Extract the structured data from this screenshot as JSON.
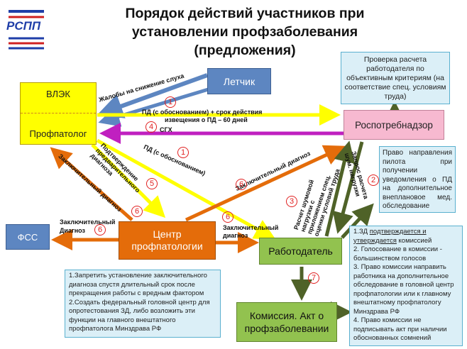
{
  "title": "Порядок действий участников при установлении профзаболевания (предложения)",
  "logo": {
    "text": "РСПП"
  },
  "boxes": {
    "vlek_top": "ВЛЭК",
    "vlek_bottom": "Профпатолог",
    "pilot": "Летчик",
    "rospotrebnadzor": "Роспотребнадзор",
    "check": "Проверка расчета работодателя по объективным критериям (на соответствие спец. условиям труда)",
    "right_pilot": "Право направления пилота при получении уведомления о ПД на дополнительное внеплановое мед. обследование",
    "fss": "ФСС",
    "center": "Центр профпатологии",
    "employer": "Работодатель",
    "commission": "Комиссия. Акт о профзаболевании"
  },
  "rights_list": [
    {
      "n": "1.",
      "pre": "ЗД ",
      "u": "подтверждается и утверждается",
      "post": " комиссией"
    },
    {
      "n": "2.",
      "pre": " Голосование в комиссии - большинством голосов",
      "u": "",
      "post": ""
    },
    {
      "n": "3.",
      "pre": " Право комиссии направить работника на дополнительное обследование в головной центр профпатологии или к главному внештатному профпатологу Минздрава РФ",
      "u": "",
      "post": ""
    },
    {
      "n": "4.",
      "pre": " Право комиссии не подписывать акт при наличии обоснованных сомнений",
      "u": "",
      "post": ""
    }
  ],
  "proposals": [
    "1.Запретить установление заключительного диагноза спустя длительный срок после прекращения работы с вредным фактором",
    "2.Создать федеральный головной центр для опротестования ЗД, либо возложить эти функции на главного внештатного профпатолога Минздрава РФ"
  ],
  "arrow_labels": {
    "complaints": "Жалобы на снижение слуха",
    "pd_line1": "ПД (с обоснованием) + срок действия",
    "pd_line2": "извещения о ПД – 60 дней",
    "sgh": "СГХ",
    "pd_obosn": "ПД (с обоснованием)",
    "confirm": "Подтверждение предварительного диагноза",
    "final_vlek": "Заключительный диагноз",
    "final_rospot": "Заключительный диагноз",
    "final_fss_1": "Заключительный",
    "final_fss_2": "Диагноз",
    "final_emp_1": "Заключительный",
    "final_emp_2": "диагноз",
    "calc_noise": "Расчет шумовой нагрузки с приложением спец. оценки условий труда",
    "request": "Запрос расчета шум. нагрузки"
  },
  "numbers": [
    "1",
    "1",
    "2",
    "3",
    "4",
    "5",
    "6",
    "6",
    "6",
    "6",
    "6",
    "7"
  ],
  "colors": {
    "yellow": "#ffff00",
    "blue": "#5d86c1",
    "orange": "#e46c0a",
    "green": "#92c24f",
    "pink": "#f7b9d0",
    "magenta": "#c020c0",
    "light": "#dbeff7",
    "dark_green": "#4f6228"
  }
}
